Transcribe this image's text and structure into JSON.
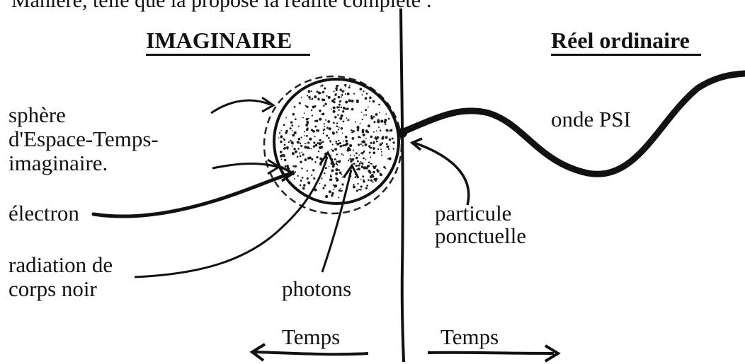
{
  "header_text": "Manière, telle que la propose la réalité complète :",
  "headings": {
    "left": "IMAGINAIRE",
    "right": "Réel ordinaire"
  },
  "labels": {
    "sphere": "sphère\nd'Espace-Temps-\nimaginaire.",
    "onde": "onde PSI",
    "electron": "électron",
    "particule": "particule\nponctuelle",
    "radiation": "radiation de\ncorps noir",
    "photons": "photons",
    "temps_left": "Temps",
    "temps_right": "Temps"
  }
}
